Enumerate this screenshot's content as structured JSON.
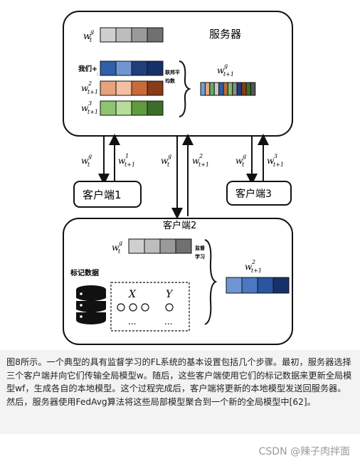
{
  "server": {
    "title": "服务器",
    "weight_global": "w",
    "weight_global_sup": "g",
    "weight_global_sub": "t",
    "aggregate_label_line1": "联邦平",
    "aggregate_label_line2": "均数",
    "aggregated_base": "w",
    "aggregated_sup": "g",
    "aggregated_sub": "t+1",
    "rows": [
      {
        "prefix": "我们+",
        "suffix": "L",
        "colors": [
          "#2f5fa8",
          "#6f96d2",
          "#1e3f7a",
          "#17306a"
        ]
      },
      {
        "prefix": "w",
        "sup": "2",
        "sub": "t+1",
        "colors": [
          "#e8a27c",
          "#f4bfa0",
          "#c96a3a",
          "#8a3b17"
        ]
      },
      {
        "prefix": "w",
        "sup": "3",
        "sub": "t+1",
        "colors": [
          "#8fc46f",
          "#b7dd9a",
          "#5f9b3f",
          "#3c6e2a"
        ]
      }
    ],
    "global_colors": [
      "#cfcfcf",
      "#bdbdbd",
      "#9a9a9a",
      "#707070"
    ],
    "mixed_colors": [
      "#6fa0d8",
      "#e6a37c",
      "#5fae6a",
      "#c8c8c8",
      "#2f5fa8",
      "#b86a3c",
      "#7dbc6a",
      "#8c8c8c",
      "#1e3f7a",
      "#8a3b17",
      "#3c6e2a",
      "#555555"
    ]
  },
  "clients": {
    "client1": "客户端1",
    "client2": "客户端2",
    "client3": "客户端3"
  },
  "arrows": {
    "down_base": "w",
    "down_sup": "g",
    "down_sub": "t",
    "up1_base": "w",
    "up1_sup": "1",
    "up1_sub": "t+1",
    "up2_base": "w",
    "up2_sup": "2",
    "up2_sub": "t+1",
    "up3_base": "w",
    "up3_sup": "3",
    "up3_sub": "t+1"
  },
  "client2_box": {
    "weight_base": "w",
    "weight_sup": "g",
    "weight_sub": "t",
    "supervised_line1": "监督",
    "supervised_line2": "学习",
    "labeled_data": "标记数据",
    "x_label": "X",
    "y_label": "Y",
    "dots": "...",
    "local_base": "w",
    "local_sup": "2",
    "local_sub": "t+1",
    "global_colors": [
      "#cfcfcf",
      "#bdbdbd",
      "#9a9a9a",
      "#707070"
    ],
    "local_colors": [
      "#6f96d2",
      "#4b78bf",
      "#2a55a0",
      "#17306a"
    ]
  },
  "caption": "图8所示。一个典型的具有监督学习的FL系统的基本设置包括几个步骤。最初，服务器选择三个客户端并向它们传输全局模型w。随后，这些客户端使用它们的标记数据来更新全局模型wf，生成各自的本地模型。这个过程完成后，客户端将更新的本地模型发送回服务器。然后，服务器使用FedAvg算法将这些局部模型聚合到一个新的全局模型中[62]。",
  "watermark": "CSDN @辣子肉拌面"
}
